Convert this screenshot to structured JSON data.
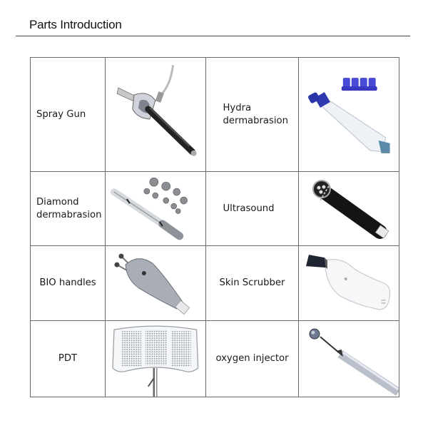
{
  "header": {
    "title": "Parts Introduction"
  },
  "parts": [
    {
      "name": "Spray Gun",
      "image": "spray-gun-image"
    },
    {
      "name": "Hydra dermabrasion",
      "line1": "Hydra",
      "line2": "dermabrasion",
      "image": "hydra-dermabrasion-handle-image"
    },
    {
      "name": "Diamond dermabrasion",
      "line1": "Diamond",
      "line2": "dermabrasion",
      "image": "diamond-dermabrasion-wand-image"
    },
    {
      "name": "Ultrasound",
      "image": "ultrasound-handle-image"
    },
    {
      "name": "BIO handles",
      "image": "bio-handle-image"
    },
    {
      "name": "Skin Scrubber",
      "image": "skin-scrubber-image"
    },
    {
      "name": "PDT",
      "image": "pdt-led-panel-image"
    },
    {
      "name": "oxygen injector",
      "image": "oxygen-injector-image"
    }
  ],
  "colors": {
    "grid_line": "#6a6a6a",
    "title_rule": "#444444",
    "hydra_tip_blue": "#3a3ad0",
    "ultrasound_black": "#1a1a1a"
  }
}
